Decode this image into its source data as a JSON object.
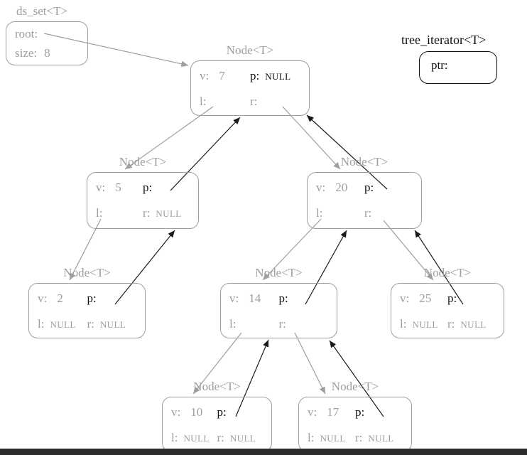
{
  "ds_set": {
    "title": "ds_set<T>",
    "root_label": "root:",
    "size_label": "size:",
    "size_value": "8"
  },
  "iterator": {
    "title": "tree_iterator<T>",
    "ptr_label": "ptr:"
  },
  "node_title": "Node<T>",
  "field_labels": {
    "v": "v:",
    "p": "p:",
    "l": "l:",
    "r": "r:"
  },
  "nodes": [
    {
      "v": "7",
      "p": "NULL",
      "l": "",
      "r": ""
    },
    {
      "v": "5",
      "p": "",
      "l": "",
      "r": "NULL"
    },
    {
      "v": "20",
      "p": "",
      "l": "",
      "r": ""
    },
    {
      "v": "2",
      "p": "",
      "l": "NULL",
      "r": "NULL"
    },
    {
      "v": "14",
      "p": "",
      "l": "",
      "r": ""
    },
    {
      "v": "25",
      "p": "",
      "l": "NULL",
      "r": "NULL"
    },
    {
      "v": "10",
      "p": "",
      "l": "NULL",
      "r": "NULL"
    },
    {
      "v": "17",
      "p": "",
      "l": "NULL",
      "r": "NULL"
    }
  ],
  "colors": {
    "box_gray": "#9e9e9e",
    "pointer_black": "#111111",
    "bottom_bar": "#2d2d2d",
    "background": "#ffffff"
  }
}
